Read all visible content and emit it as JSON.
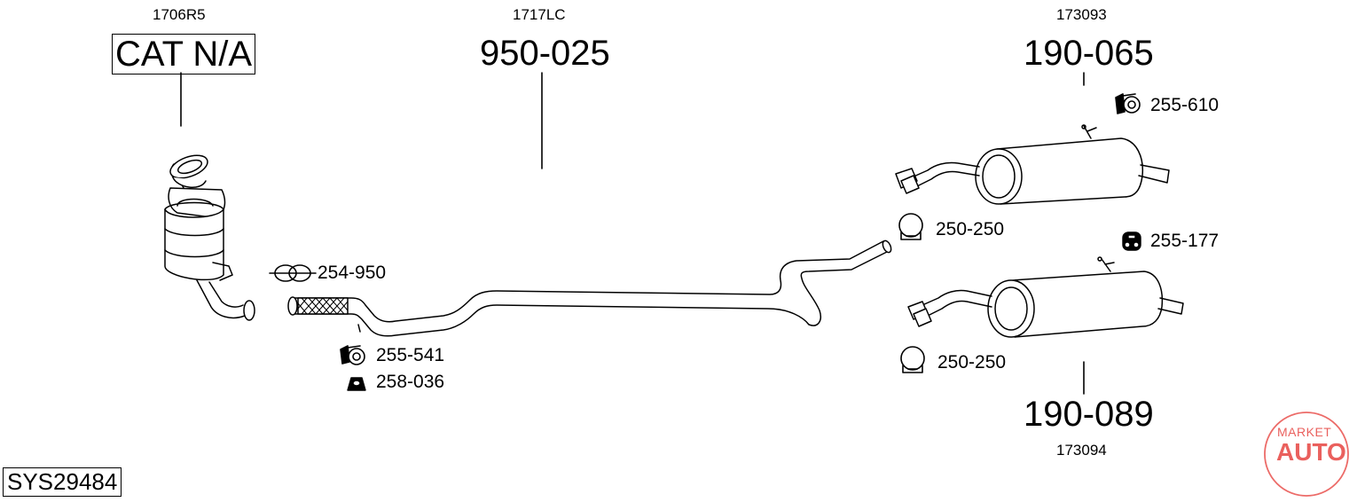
{
  "sections": [
    {
      "ref": "1706R5",
      "part": "CAT N/A"
    },
    {
      "ref": "1717LC",
      "part": "950-025"
    },
    {
      "ref": "173093",
      "part": "190-065"
    },
    {
      "ref": "173094",
      "part": "190-089"
    }
  ],
  "fittings": [
    {
      "code": "254-950"
    },
    {
      "code": "255-541"
    },
    {
      "code": "258-036"
    },
    {
      "code": "250-250"
    },
    {
      "code": "255-610"
    },
    {
      "code": "255-177"
    },
    {
      "code": "250-250"
    }
  ],
  "system_code": "SYS29484",
  "logo": {
    "line1": "MARKET",
    "line2": "AUTO",
    "color": "#e53935"
  }
}
